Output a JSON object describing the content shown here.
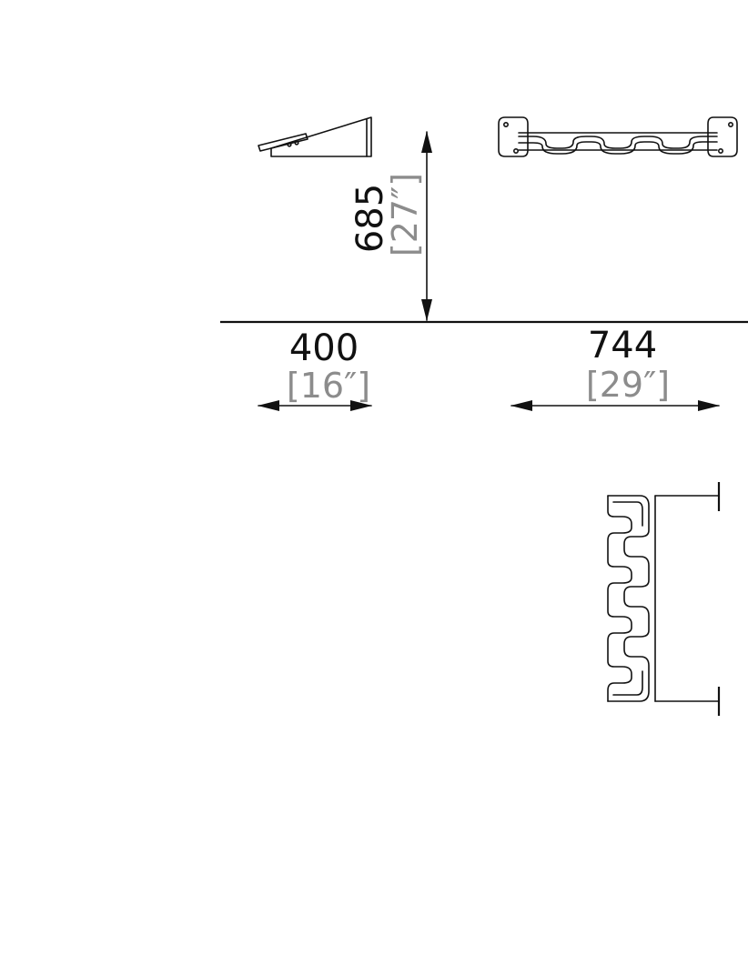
{
  "dimensions": {
    "height": {
      "value": "685",
      "imperial": "[27″]"
    },
    "depth": {
      "value": "400",
      "imperial": "[16″]"
    },
    "width": {
      "value": "744",
      "imperial": "[29″]"
    }
  },
  "colors": {
    "line": "#111111",
    "imperial_text": "#8c8c8c"
  }
}
